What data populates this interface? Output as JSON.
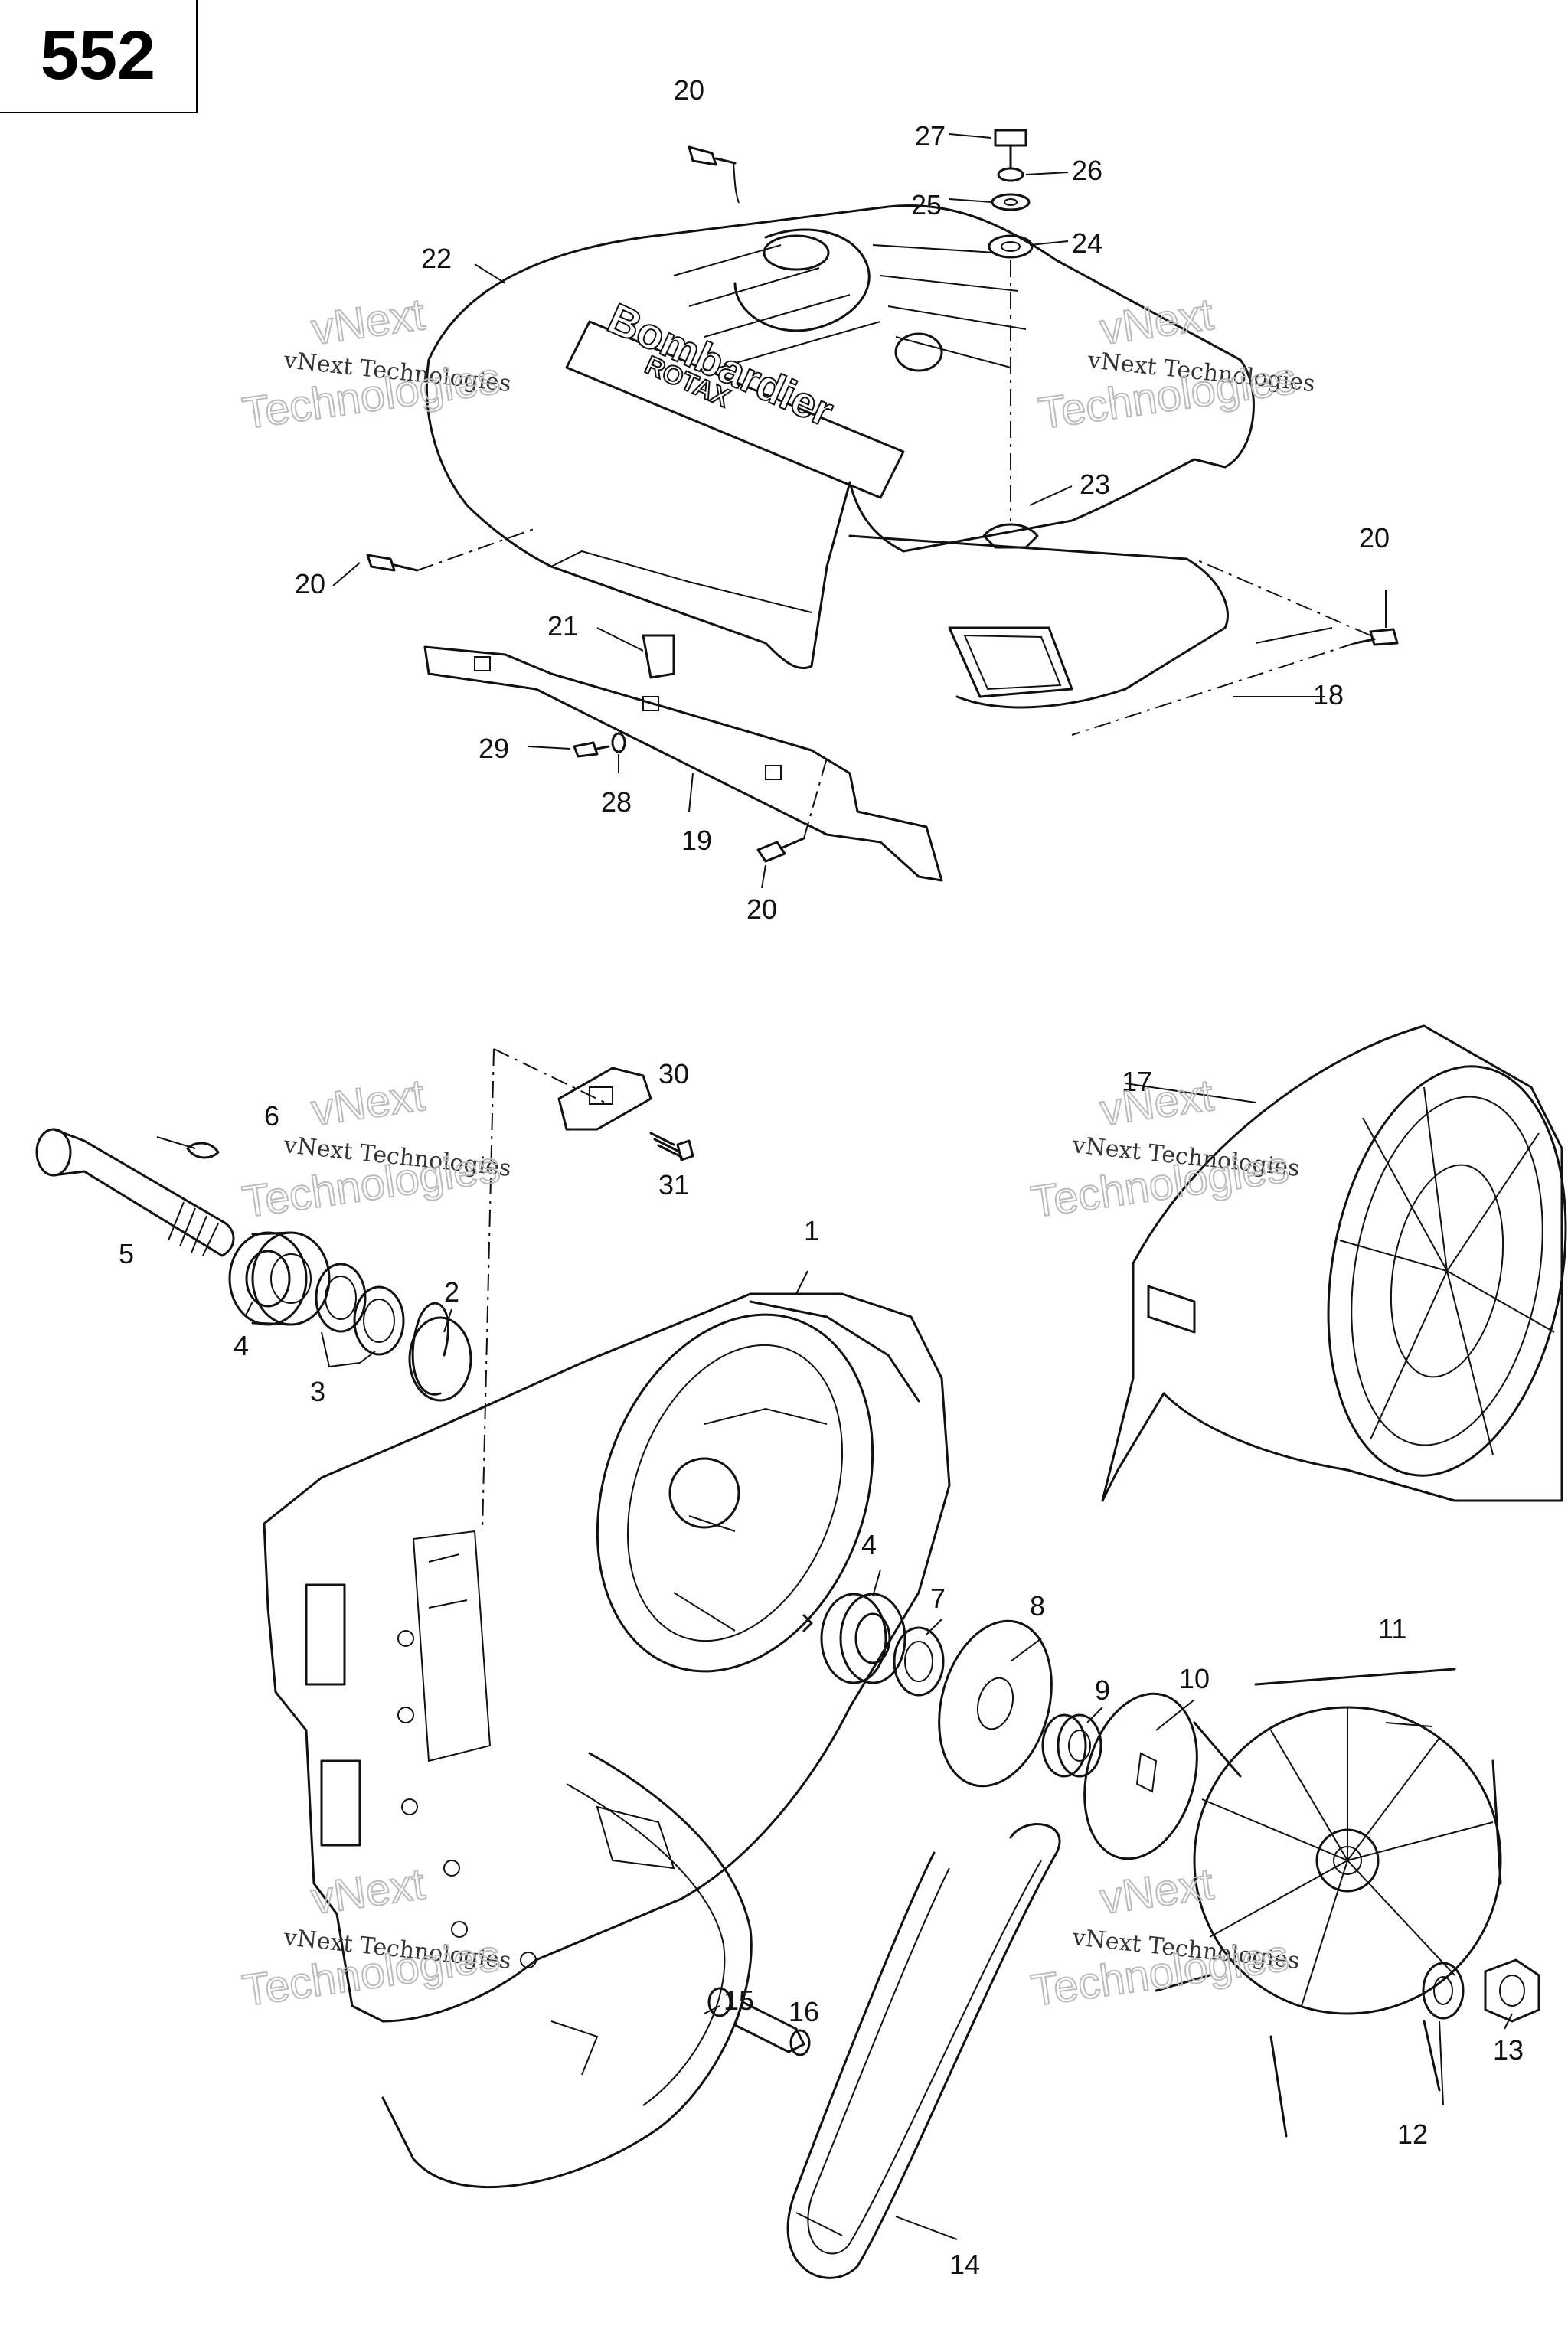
{
  "page_number": "552",
  "logo_text": {
    "brand": "Bombardier",
    "sub": "ROTAX"
  },
  "watermark": {
    "line1": "vNext Technologies",
    "line2": "vNext",
    "line3": "Technologies"
  },
  "callouts": [
    "1",
    "2",
    "3",
    "4",
    "4",
    "5",
    "6",
    "7",
    "8",
    "9",
    "10",
    "11",
    "12",
    "13",
    "14",
    "15",
    "16",
    "17",
    "18",
    "19",
    "20",
    "20",
    "20",
    "20",
    "21",
    "22",
    "23",
    "24",
    "25",
    "26",
    "27",
    "28",
    "29",
    "30",
    "31"
  ],
  "colors": {
    "ink": "#111111",
    "paper": "#ffffff",
    "watermark": "#bbbbbb"
  }
}
